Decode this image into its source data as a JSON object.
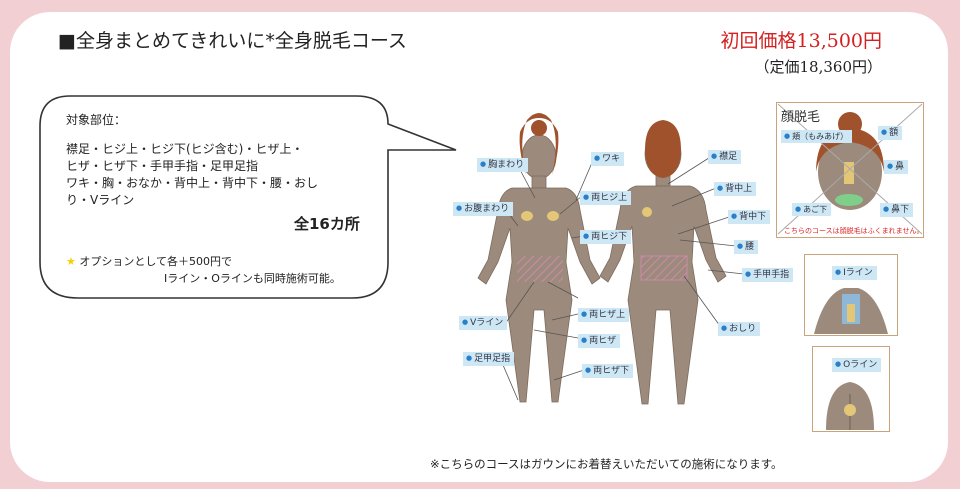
{
  "header": {
    "title": "■全身まとめてきれいに*全身脱毛コース",
    "price": "初回価格13,500円",
    "regular_price": "（定価18,360円）"
  },
  "bubble": {
    "heading": "対象部位：",
    "parts_line1": "襟足・ヒジ上・ヒジ下(ヒジ含む)・ヒザ上・",
    "parts_line2": "ヒザ・ヒザ下・手甲手指・足甲足指",
    "parts_line3": "ワキ・胸・おなか・背中上・背中下・腰・おし",
    "parts_line4": "り・Vライン",
    "count": "全16カ所",
    "option_line1": "オプションとして各＋500円で",
    "option_line2": "Iライン・Oラインも同時施術可能。"
  },
  "labels": {
    "chest": "胸まわり",
    "belly": "お腹まわり",
    "armpit": "ワキ",
    "upper_elbow": "両ヒジ上",
    "lower_elbow": "両ヒジ下",
    "v_line": "Vライン",
    "toes": "足甲足指",
    "upper_knee": "両ヒザ上",
    "knee": "両ヒザ",
    "lower_knee": "両ヒザ下",
    "nape": "襟足",
    "upper_back": "背中上",
    "lower_back": "背中下",
    "waist": "腰",
    "hands": "手甲手指",
    "hips": "おしり"
  },
  "face": {
    "title": "顔脱毛",
    "cheek": "頬（もみあげ）",
    "forehead": "額",
    "nose": "鼻",
    "chin": "あご下",
    "under_nose": "鼻下",
    "note": "こちらのコースは顔脱毛はふくまれません。"
  },
  "i_line": "Iライン",
  "o_line": "Oライン",
  "footer": "※こちらのコースはガウンにお着替えいただいての施術になります。",
  "colors": {
    "background": "#f2cfd3",
    "price": "#d42020",
    "skin": "#9c8b7c",
    "hair": "#a0522d",
    "label_bg": "#cde8f4",
    "marker": "#d98ab4"
  }
}
